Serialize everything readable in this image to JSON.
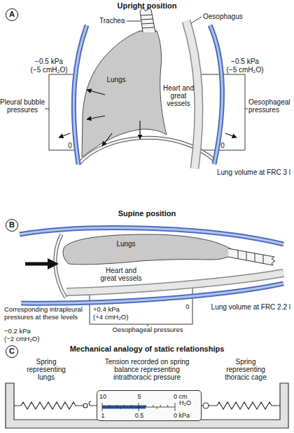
{
  "diagram": {
    "nodes": [
      {
        "text": [
          "Lungs"
        ]
      },
      {
        "text": [
          "Lungs"
        ]
      },
      {
        "text": [
          "10",
          "5",
          "0 cm",
          "H₂O",
          "1",
          "0.5",
          "0 kPa"
        ]
      }
    ],
    "labels": [
      "A",
      "Upright position",
      "Trachea",
      "Oesophagus",
      "−0.5 kPa",
      "(−5 cmH₂O)",
      "−0.5 kPa",
      "(−5 cmH₂O)",
      "Pleural bubble pressures",
      "Oesophageal pressures",
      "Heart and great vessels",
      "0",
      "0",
      "Lung volume at FRC 3 l",
      "B",
      "Supine position",
      "Heart and great vessels",
      "Lung volume at FRC 2.2 l",
      "Corresponding intrapleural pressures at these levels",
      "−0.2 kPa",
      "(−2 cmH₂O)",
      "+0.4 kPa",
      "(+4 cmH₂O)",
      "0",
      "Oesophageal pressures",
      "C",
      "Mechanical analogy of static relationships",
      "Spring representing lungs",
      "Tension recorded on spring balance representing intrathoracic pressure",
      "Spring representing thoracic cage"
    ]
  }
}
